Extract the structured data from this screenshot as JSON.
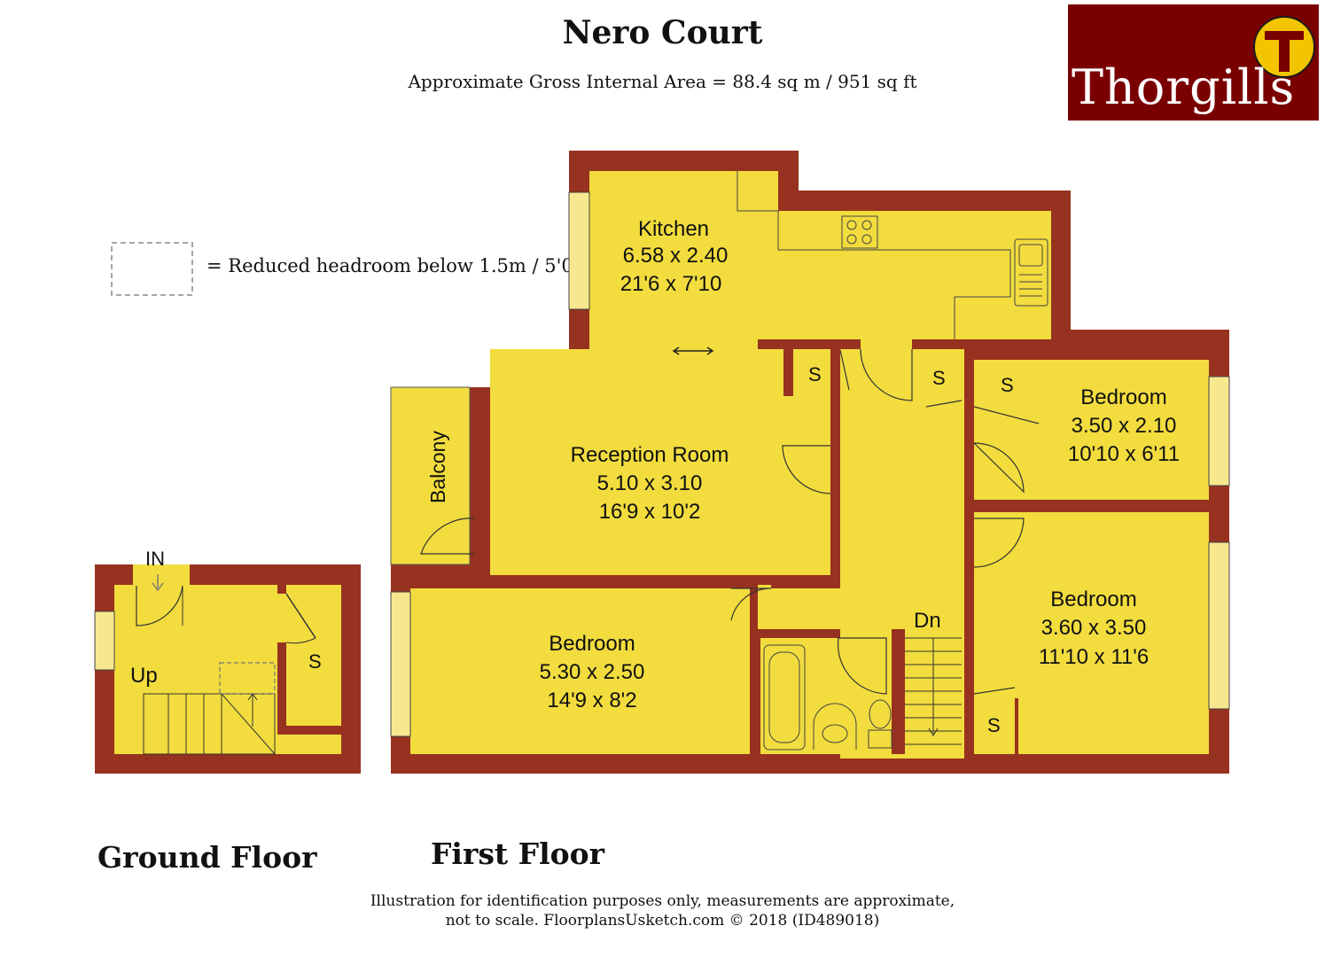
{
  "header": {
    "title": "Nero Court",
    "subtitle": "Approximate Gross Internal Area = 88.4 sq m / 951 sq ft"
  },
  "brand": {
    "name": "Thorgills",
    "logo_letter": "T"
  },
  "legend": {
    "text": "= Reduced headroom below 1.5m / 5'0"
  },
  "floors": {
    "ground": "Ground Floor",
    "first": "First Floor"
  },
  "labels": {
    "entrance": "IN",
    "up": "Up",
    "down": "Dn",
    "storage": "S",
    "balcony": "Balcony"
  },
  "rooms": {
    "kitchen": {
      "name": "Kitchen",
      "metric": "6.58 x 2.40",
      "imperial": "21'6 x 7'10"
    },
    "reception": {
      "name": "Reception Room",
      "metric": "5.10 x 3.10",
      "imperial": "16'9 x 10'2"
    },
    "bedroom_top_right": {
      "name": "Bedroom",
      "metric": "3.50 x 2.10",
      "imperial": "10'10 x 6'11"
    },
    "bedroom_bottom_right": {
      "name": "Bedroom",
      "metric": "3.60 x 3.50",
      "imperial": "11'10 x 11'6"
    },
    "bedroom_bottom_left": {
      "name": "Bedroom",
      "metric": "5.30 x 2.50",
      "imperial": "14'9 x 8'2"
    }
  },
  "footer": {
    "line1": "Illustration for identification purposes only, measurements are approximate,",
    "line2": "not to scale. FloorplansUsketch.com © 2018 (ID489018)"
  },
  "colors": {
    "wall": "#96321f",
    "floor": "#f2dc3e",
    "logo_bg": "#7a0000",
    "logo_circle": "#f2c500"
  }
}
